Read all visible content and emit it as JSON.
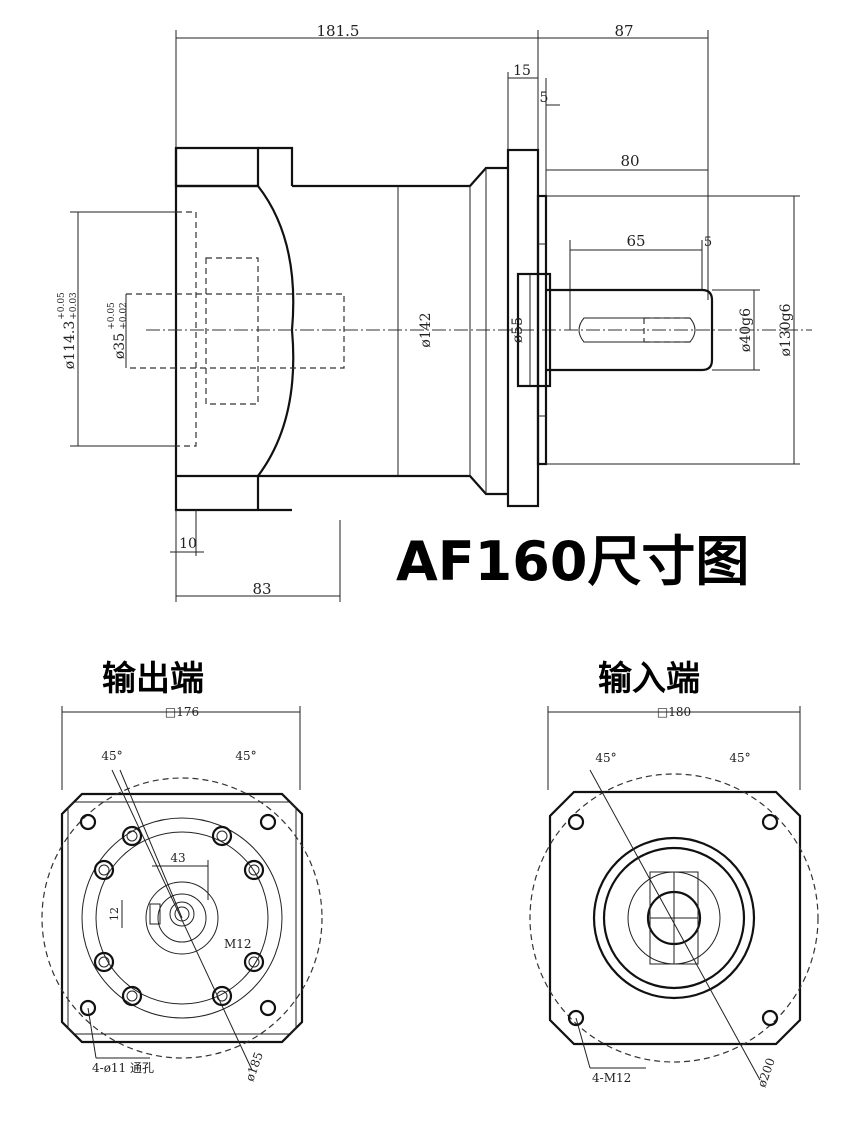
{
  "title": "AF160尺寸图",
  "side_view": {
    "dim_181_5": "181.5",
    "dim_87": "87",
    "dim_15": "15",
    "dim_5_top": "5",
    "dim_80": "80",
    "dim_65": "65",
    "dim_5_key": "5",
    "dim_114": "ø114.3",
    "dim_114_tol_up": "+0.05",
    "dim_114_tol_dn": "+0.03",
    "dim_35": "ø35",
    "dim_35_tol_up": "+0.05",
    "dim_35_tol_dn": "+0.02",
    "dim_142": "ø142",
    "dim_55": "ø55",
    "dim_40g6": "ø40g6",
    "dim_130g6": "ø130g6",
    "dim_10": "10",
    "dim_83": "83"
  },
  "output_view": {
    "label": "输出端",
    "dim_176": "□176",
    "angle_left": "45°",
    "angle_right": "45°",
    "dim_43": "43",
    "dim_12": "12",
    "thread": "M12",
    "holes": "4-ø11 通孔",
    "pcd": "ø185"
  },
  "input_view": {
    "label": "输入端",
    "dim_180": "□180",
    "angle_left": "45°",
    "angle_right": "45°",
    "holes": "4-M12",
    "pcd": "ø200"
  }
}
